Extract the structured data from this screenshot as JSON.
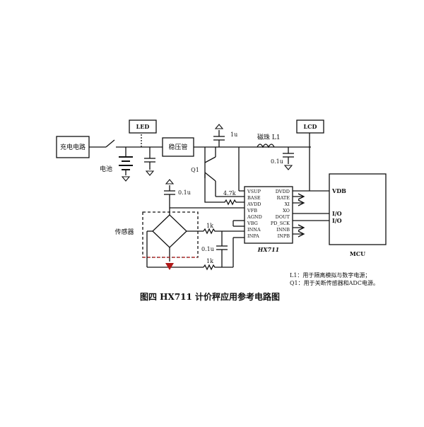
{
  "blocks": {
    "charge_circuit": "充电电路",
    "battery": "电池",
    "led": "LED",
    "regulator": "稳压管",
    "lcd": "LCD",
    "mcu": "MCU",
    "sensor": "传感器",
    "chip": "HX711"
  },
  "components": {
    "q1": "Q1",
    "cap_1u": "1u",
    "cap_regulator": "0.1u",
    "cap_bridge": "0.1u",
    "cap_input": "0.1u",
    "ferrite": "磁珠 L1",
    "res_47k": "4.7k",
    "res_1k_top": "1k",
    "res_1k_bottom": "1k"
  },
  "chip_pins_left": [
    "VSUP",
    "BASE",
    "AVDD",
    "VFB",
    "AGND",
    "VBG",
    "INNA",
    "INPA"
  ],
  "chip_pins_right": [
    "DVDD",
    "RATE",
    "XI",
    "XO",
    "DOUT",
    "PD_SCK",
    "INNB",
    "INPB"
  ],
  "mcu_pins": {
    "vdd": "VDB",
    "io1": "I/O",
    "io2": "I/O"
  },
  "notes": [
    "L1：用于隔离模拟与数字电源；",
    "Q1：用于关断传感器和ADC电源。"
  ],
  "caption": "图四  HX711 计价秤应用参考电路图"
}
